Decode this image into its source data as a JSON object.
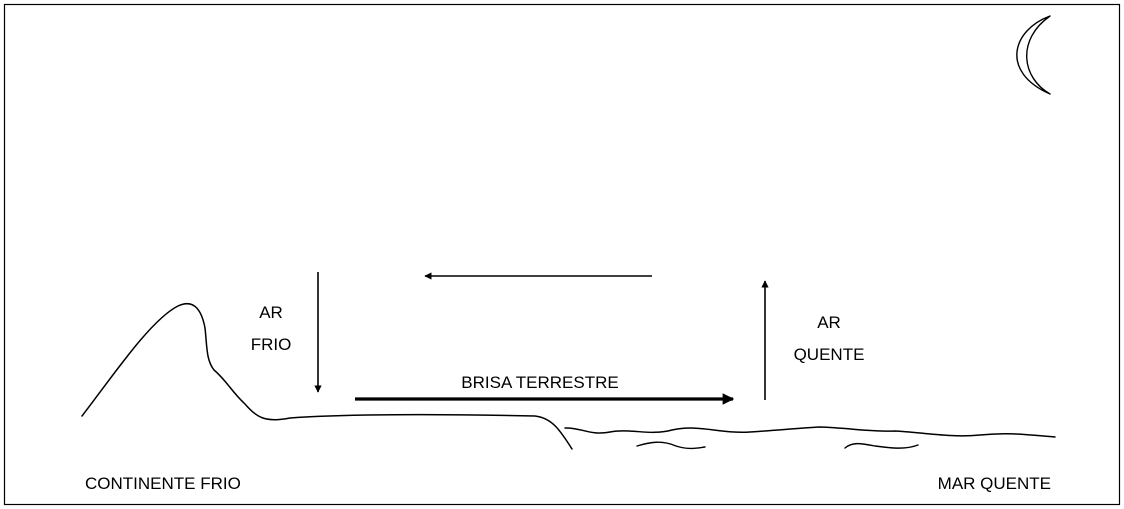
{
  "labels": {
    "cold_air_line1": "AR",
    "cold_air_line2": "FRIO",
    "warm_air_line1": "AR",
    "warm_air_line2": "QUENTE",
    "breeze": "BRISA TERRESTRE",
    "continent": "CONTINENTE FRIO",
    "sea": "MAR QUENTE"
  },
  "icons": {
    "moon": "crescent-moon-icon"
  },
  "colors": {
    "stroke": "#000000",
    "background": "#ffffff"
  }
}
